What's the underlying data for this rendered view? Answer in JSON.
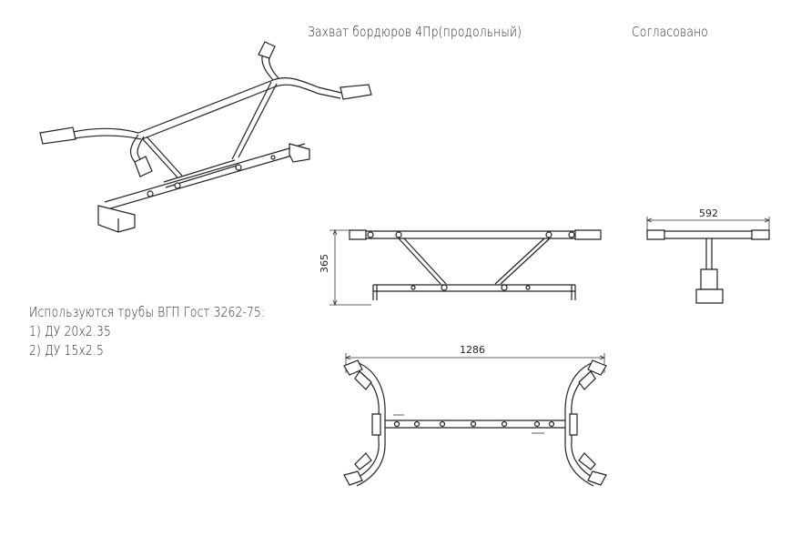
{
  "drawing": {
    "title": "Захват бордюров 4Пр(продольный)",
    "approval_label": "Согласовано",
    "notes": {
      "heading": "Используются трубы ВГП Гост 3262-75:",
      "items": [
        "1)  ДУ  20х2.35",
        "2)  ДУ  15х2.5"
      ]
    },
    "dimensions": {
      "front_height": "365",
      "side_width": "592",
      "top_length": "1286"
    }
  }
}
